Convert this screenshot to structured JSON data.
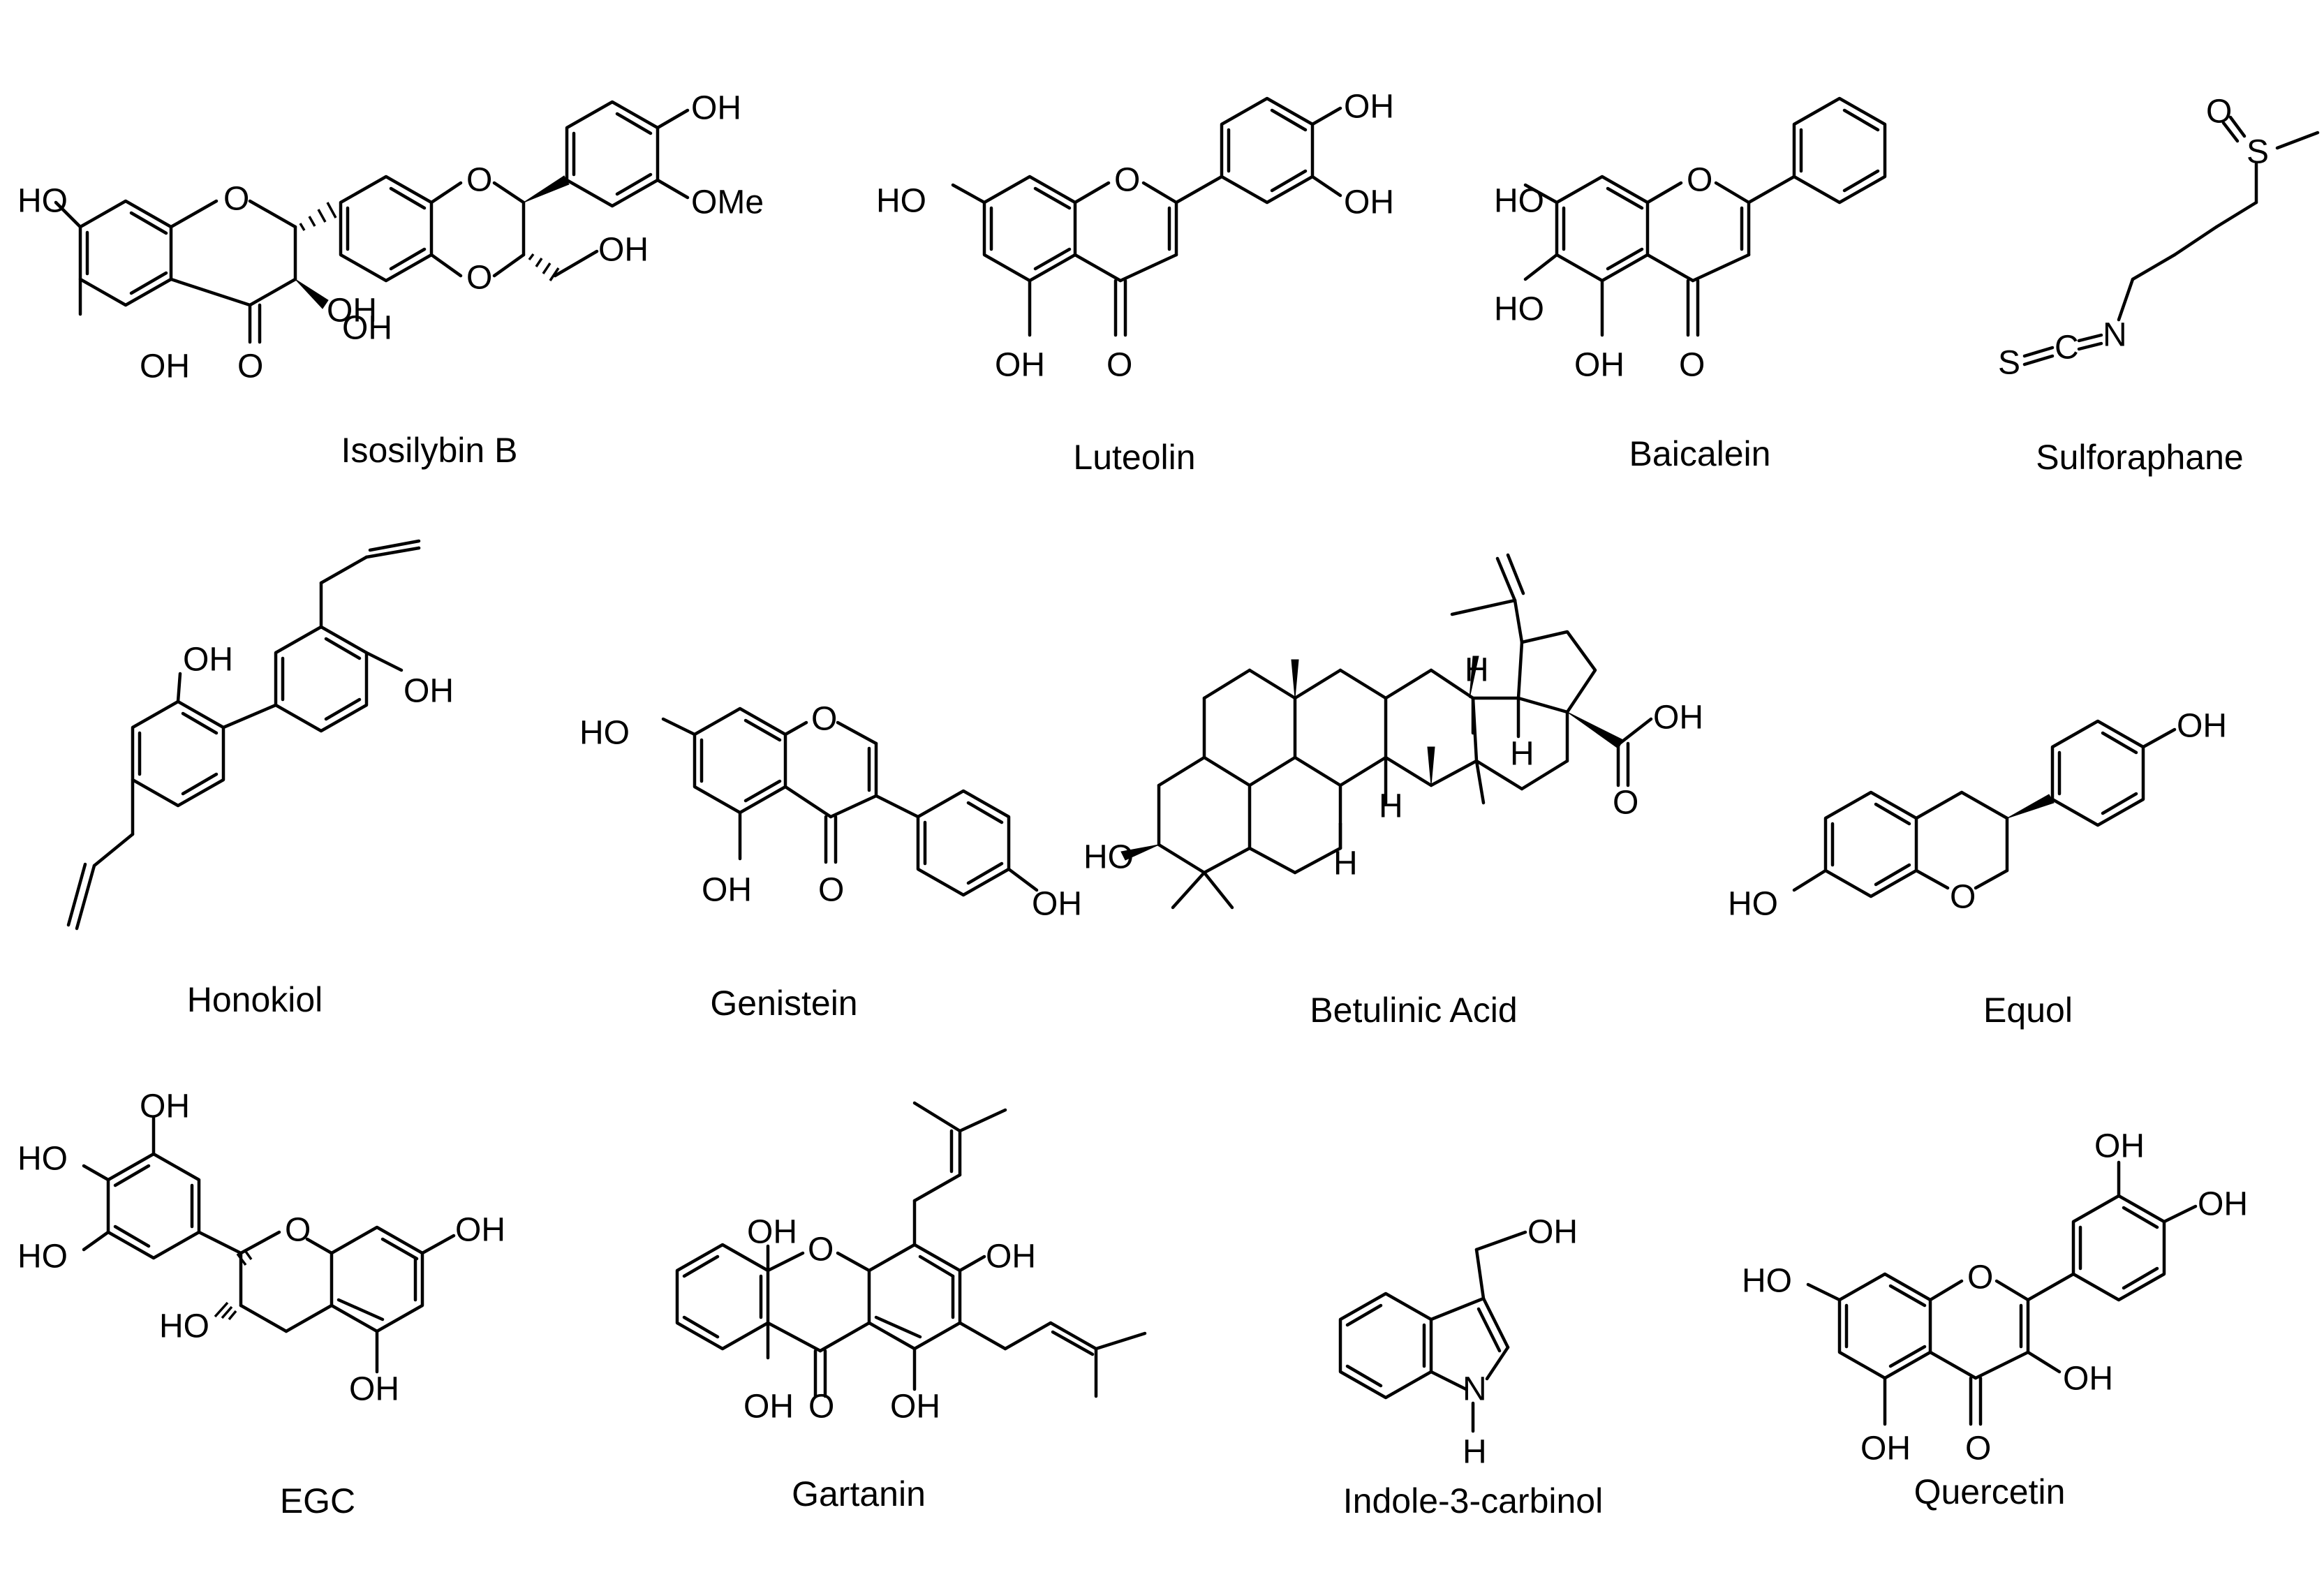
{
  "compounds": [
    {
      "name": "Isosilybin B",
      "labels": [
        "HO",
        "O",
        "OH",
        "OH",
        "O",
        "O",
        "O",
        "OH",
        "OMe",
        "OH",
        "OH"
      ]
    },
    {
      "name": "Luteolin",
      "labels": [
        "HO",
        "O",
        "OH",
        "O",
        "OH",
        "OH"
      ]
    },
    {
      "name": "Baicalein",
      "labels": [
        "HO",
        "O",
        "HO",
        "OH",
        "O"
      ]
    },
    {
      "name": "Sulforaphane",
      "labels": [
        "O",
        "S",
        "S",
        "C",
        "N"
      ]
    },
    {
      "name": "Honokiol",
      "labels": [
        "OH",
        "OH"
      ]
    },
    {
      "name": "Genistein",
      "labels": [
        "HO",
        "O",
        "OH",
        "O",
        "OH"
      ]
    },
    {
      "name": "Betulinic Acid",
      "labels": [
        "HO",
        "H",
        "H",
        "H",
        "H",
        "OH",
        "O"
      ]
    },
    {
      "name": "Equol",
      "labels": [
        "OH",
        "HO",
        "O"
      ]
    },
    {
      "name": "EGC",
      "labels": [
        "OH",
        "HO",
        "HO",
        "O",
        "OH",
        "HO",
        "OH"
      ]
    },
    {
      "name": "Gartanin",
      "labels": [
        "OH",
        "O",
        "OH",
        "OH",
        "O",
        "OH"
      ]
    },
    {
      "name": "Indole-3-carbinol",
      "labels": [
        "OH",
        "N",
        "H"
      ]
    },
    {
      "name": "Quercetin",
      "labels": [
        "OH",
        "OH",
        "HO",
        "O",
        "OH",
        "OH",
        "O"
      ]
    }
  ]
}
